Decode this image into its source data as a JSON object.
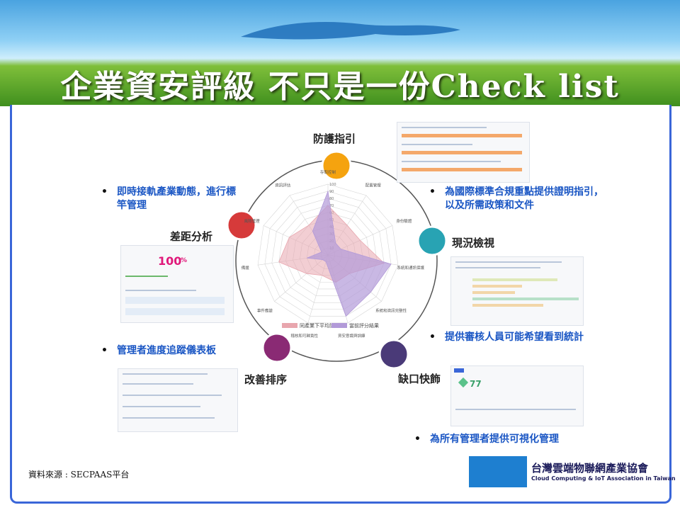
{
  "slide": {
    "title": "企業資安評級 不只是一份Check list",
    "source": "資料來源 : SECPAAS平台"
  },
  "cycle": {
    "steps": [
      {
        "name": "防護指引",
        "color": "#f5a30f",
        "icon": "shield-hand-icon"
      },
      {
        "name": "現況檢視",
        "color": "#28a3b3",
        "icon": "refresh-icon"
      },
      {
        "name": "缺口快飾",
        "color": "#4a3a78",
        "icon": "box-hand-icon"
      },
      {
        "name": "改善排序",
        "color": "#8a2a74",
        "icon": "building-icon"
      },
      {
        "name": "差距分析",
        "color": "#d63a3a",
        "icon": "lungs-icon"
      }
    ]
  },
  "bullets": {
    "guidance": "為國際標準合規重點提供證明指引，以及所需政策和文件",
    "statistics": "提供審核人員可能希望看到統計",
    "visual": "為所有管理者提供可視化管理",
    "dashboard": "管理者進度追蹤儀表板",
    "benchmark": "即時接軌產業動態，進行標竿管理"
  },
  "screens": {
    "gap_score": "100",
    "gap_score_unit": "%",
    "fix_score": "77"
  },
  "chart_data": {
    "type": "radar",
    "title": "",
    "axes": [
      "存取控制",
      "配置管理",
      "身份驗證",
      "系統和通訊保護",
      "系統和資訊完整性",
      "資安意識與訓練",
      "稽核和可歸責性",
      "事件應變",
      "備援",
      "風險管理",
      "資訊評估"
    ],
    "rticks": [
      "10",
      "20",
      "30",
      "40",
      "50",
      "60",
      "70",
      "80",
      "90",
      "100"
    ],
    "rlim": [
      0,
      100
    ],
    "series": [
      {
        "name": "同產業下平均評分",
        "color": "#e8a6ae",
        "values": [
          70,
          50,
          50,
          80,
          40,
          40,
          30,
          40,
          70,
          60,
          50
        ]
      },
      {
        "name": "當前評分結果",
        "color": "#b29ad8",
        "values": [
          90,
          20,
          20,
          90,
          80,
          90,
          10,
          10,
          30,
          10,
          40
        ]
      }
    ]
  },
  "colors": {
    "accent": "#1a56c4",
    "frame": "#3a66d8"
  }
}
